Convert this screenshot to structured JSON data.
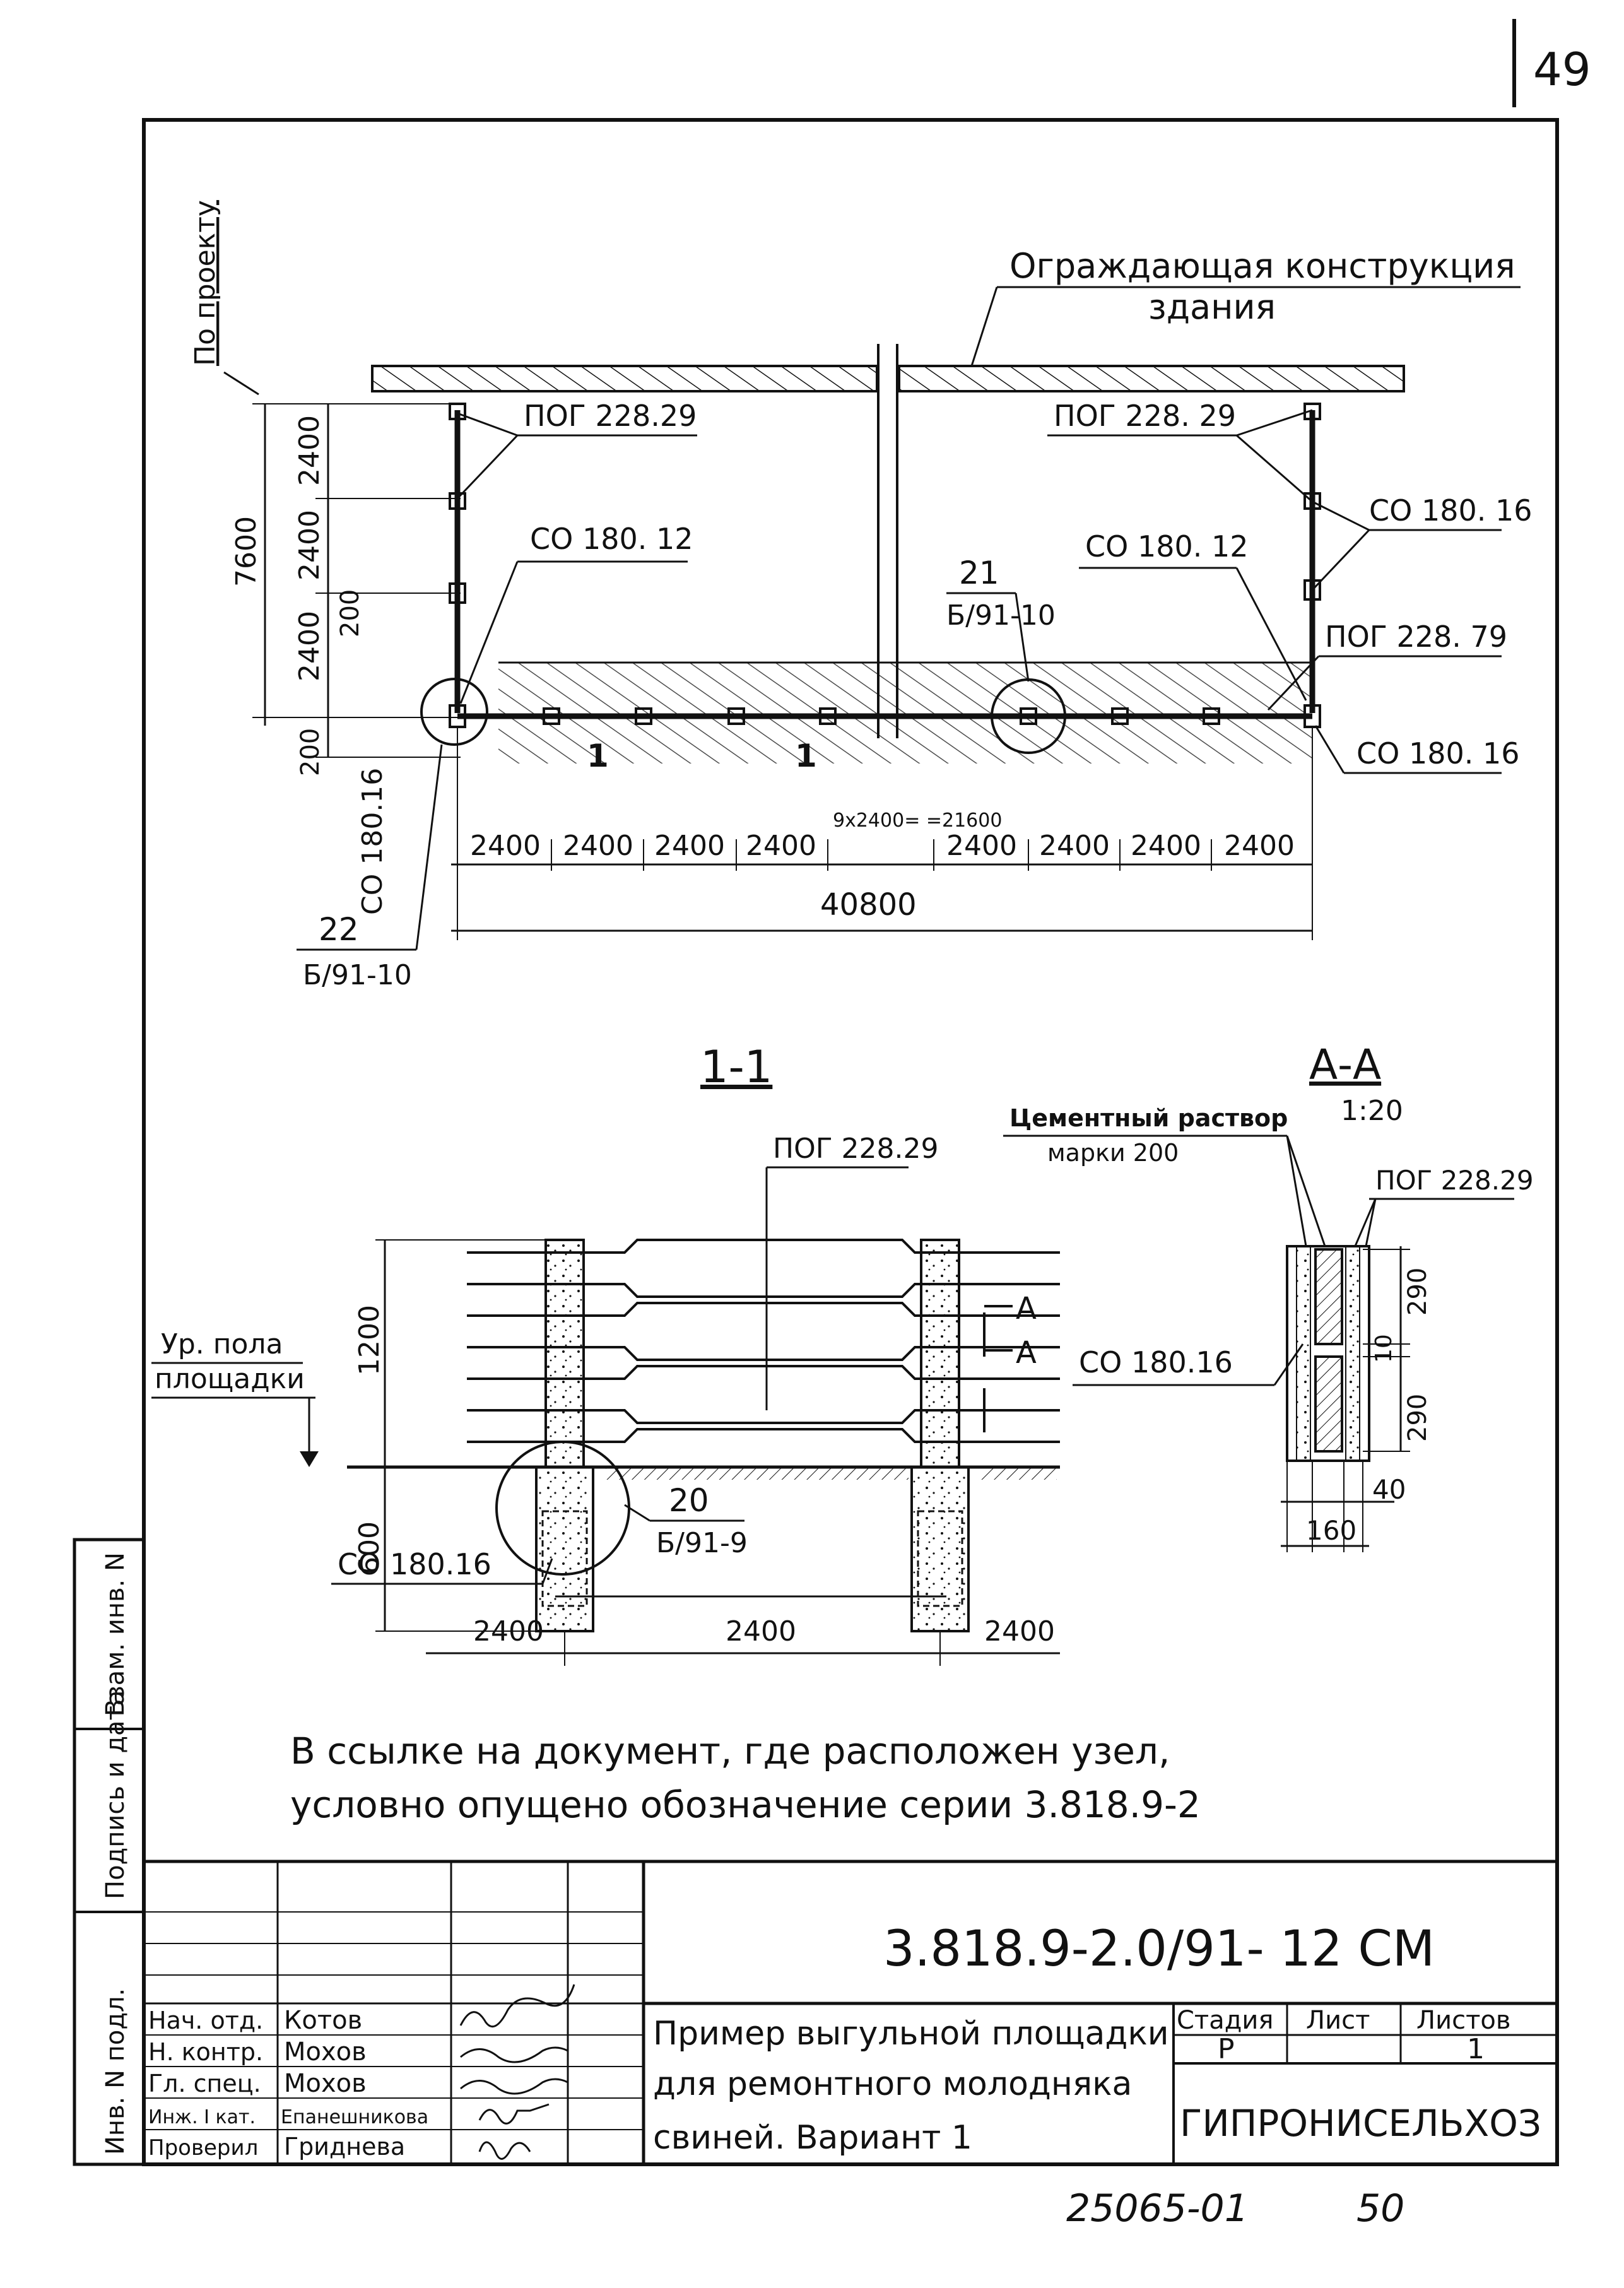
{
  "page_number": "49",
  "plan": {
    "vertical_label": "По проекту",
    "wall_label_1": "Ограждающая конструкция",
    "wall_label_2": "здания",
    "pog_left": "ПОГ 228.29",
    "pog_right": "ПОГ 228. 29",
    "co_left_mid": "СО 180. 12",
    "co_right_mid": "СО 180. 12",
    "co_right_top": "СО 180. 16",
    "pog_right_low": "ПОГ 228. 79",
    "co_right_bottom": "СО 180. 16",
    "co_left_vertical": "СО 180.16",
    "dim_total_height": "7600",
    "dims_left": [
      "2400",
      "2400",
      "2400",
      "200",
      "200"
    ],
    "dims_bottom": [
      "2400",
      "2400",
      "2400",
      "2400",
      "9х2400=\n=21600",
      "2400",
      "2400",
      "2400",
      "2400"
    ],
    "dim_total_width": "40800",
    "callout_21_num": "21",
    "callout_21_ref": "Б/91-10",
    "callout_22_num": "22",
    "callout_22_ref": "Б/91-10",
    "section_mark": "1"
  },
  "section_1_1": {
    "title": "1-1",
    "pog": "ПОГ 228.29",
    "floor_label_1": "Ур. пола",
    "floor_label_2": "площадки",
    "dim_1200": "1200",
    "dim_600": "600",
    "co": "СО 180.16",
    "callout_num": "20",
    "callout_ref": "Б/91-9",
    "dims_bottom": [
      "2400",
      "2400",
      "2400"
    ],
    "cut_mark": "А"
  },
  "section_a_a": {
    "title": "А-А",
    "scale": "1:20",
    "mortar_1": "Цементный раствор",
    "mortar_2": "марки   200",
    "pog": "ПОГ 228.29",
    "co": "СО 180.16",
    "dim_290_top": "290",
    "dim_10": "10",
    "dim_290_bottom": "290",
    "dim_40": "40",
    "dim_160": "160"
  },
  "note_1": "В ссылке на документ, где расположен узел,",
  "note_2": "условно опущено обозначение серии 3.818.9-2",
  "stamp": {
    "side_labels": [
      "Взам. инв. N",
      "Подпись и дата",
      "Инв. N подл."
    ],
    "roles": [
      "Нач. отд.",
      "Н. контр.",
      "Гл. спец.",
      "Инж. I кат.",
      "Проверил"
    ],
    "names": [
      "Котов",
      "Мохов",
      "Мохов",
      "Епанешникова",
      "Гриднева"
    ],
    "code": "3.818.9-2.0/91- 12 СМ",
    "title_lines": [
      "Пример выгульной площадки",
      "для ремонтного молодняка",
      "свиней.  Вариант 1"
    ],
    "col_stage": "Стадия",
    "col_sheet": "Лист",
    "col_sheets": "Листов",
    "stage": "Р",
    "sheet": "",
    "sheets": "1",
    "org": "ГИПРОНИСЕЛЬХОЗ"
  },
  "footer_number": "25065-01",
  "footer_page": "50"
}
